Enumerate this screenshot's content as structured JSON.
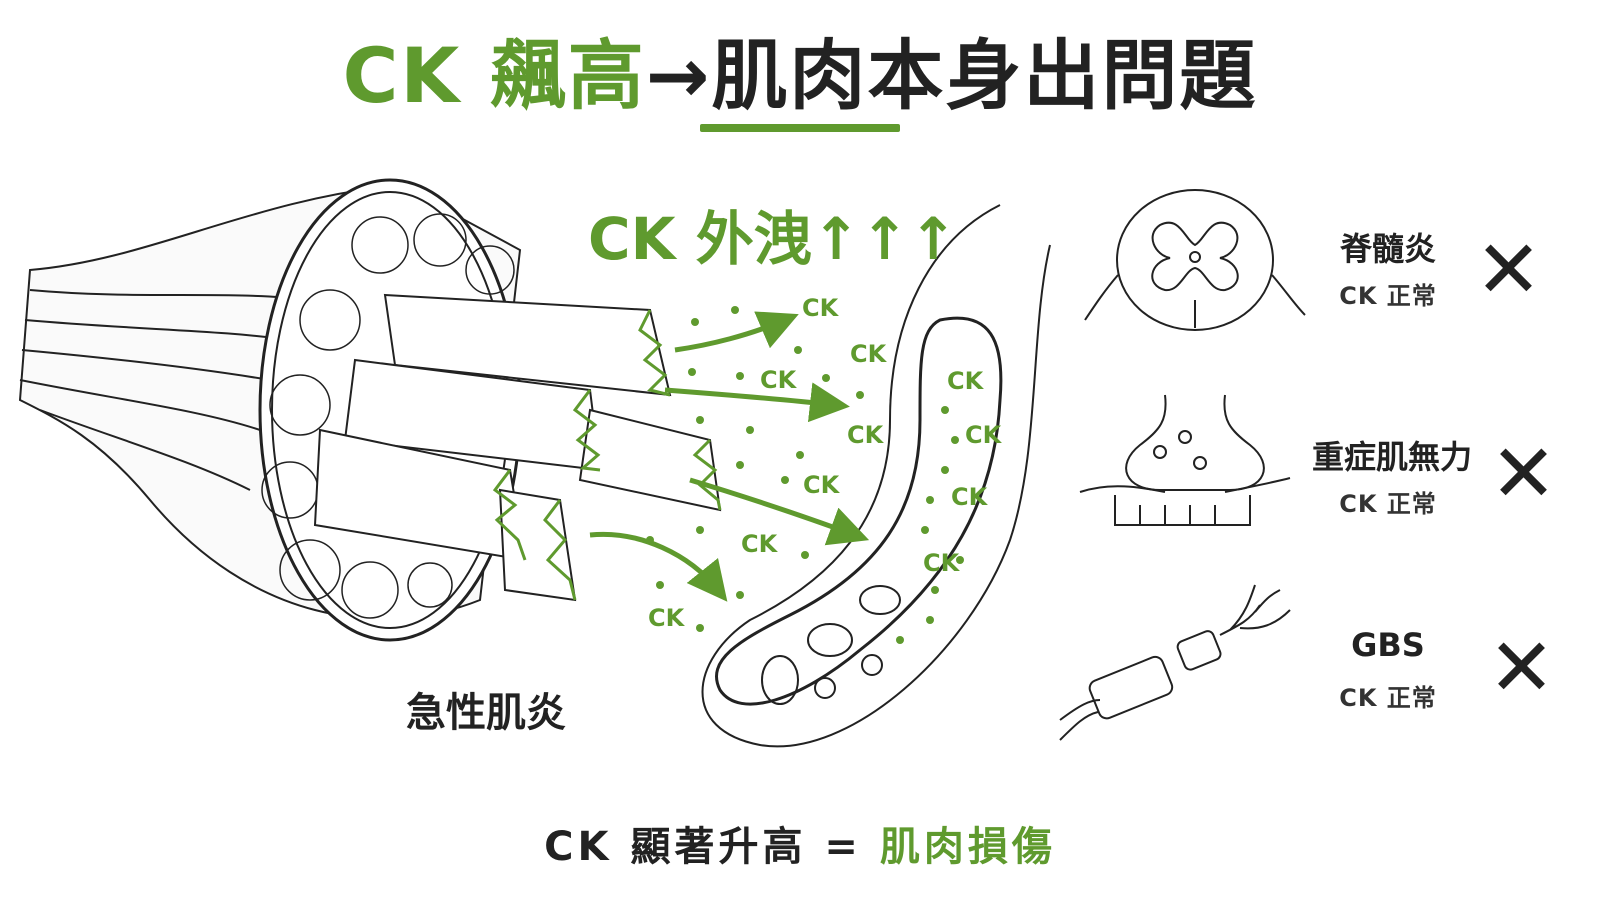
{
  "title": {
    "part1": "CK 飆高",
    "arrow": "→",
    "part2": "肌肉本身出問題"
  },
  "leak_label": "CK 外洩↑↑↑",
  "particle_label": "CK",
  "myositis_label": "急性肌炎",
  "conditions": [
    {
      "name": "脊髓炎",
      "ck": "CK 正常",
      "mark": "✕"
    },
    {
      "name": "重症肌無力",
      "ck": "CK 正常",
      "mark": "✕"
    },
    {
      "name": "GBS",
      "ck": "CK 正常",
      "mark": "✕"
    }
  ],
  "bottom": {
    "part1": "CK 顯著升高 = ",
    "part2": "肌肉損傷"
  },
  "colors": {
    "accent": "#5f9a2e",
    "ink": "#222222"
  }
}
